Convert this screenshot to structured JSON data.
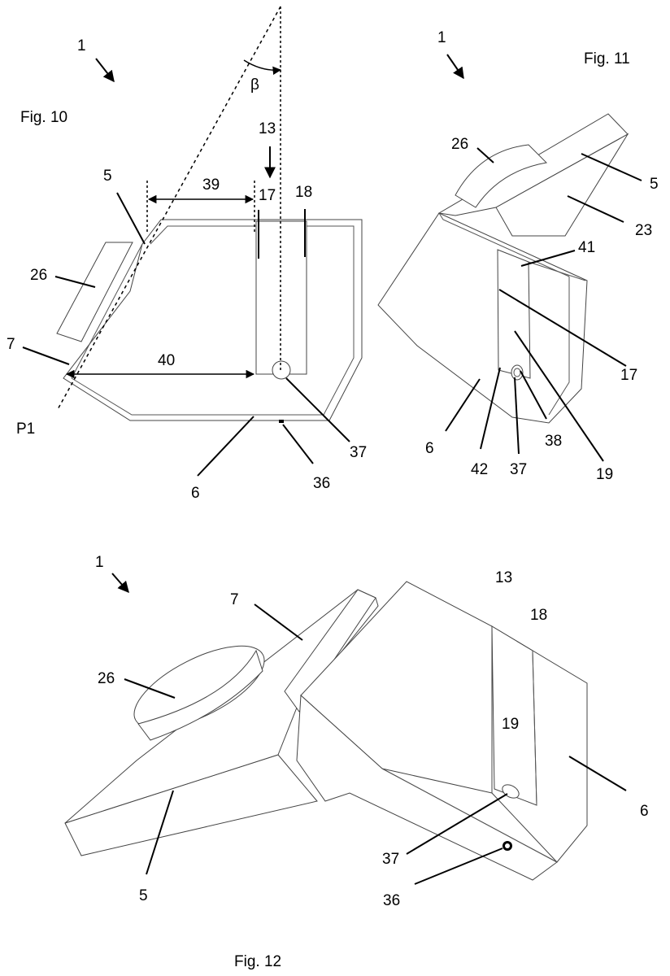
{
  "figures": {
    "fig10": {
      "caption": "Fig. 10",
      "labels": {
        "device": "1",
        "angle": "β",
        "r13": "13",
        "r5": "5",
        "r39": "39",
        "r17": "17",
        "r18": "18",
        "r26": "26",
        "r7": "7",
        "r40": "40",
        "p1": "P1",
        "r37": "37",
        "r6": "6",
        "r36": "36"
      }
    },
    "fig11": {
      "caption": "Fig. 11",
      "labels": {
        "device": "1",
        "r26": "26",
        "r5": "5",
        "r23": "23",
        "r41": "41",
        "r17": "17",
        "r6": "6",
        "r42": "42",
        "r37": "37",
        "r38": "38",
        "r19": "19"
      }
    },
    "fig12": {
      "caption": "Fig. 12",
      "labels": {
        "device": "1",
        "r7": "7",
        "r13": "13",
        "r18": "18",
        "r26": "26",
        "r19": "19",
        "r6": "6",
        "r5": "5",
        "r37": "37",
        "r36": "36"
      }
    }
  }
}
